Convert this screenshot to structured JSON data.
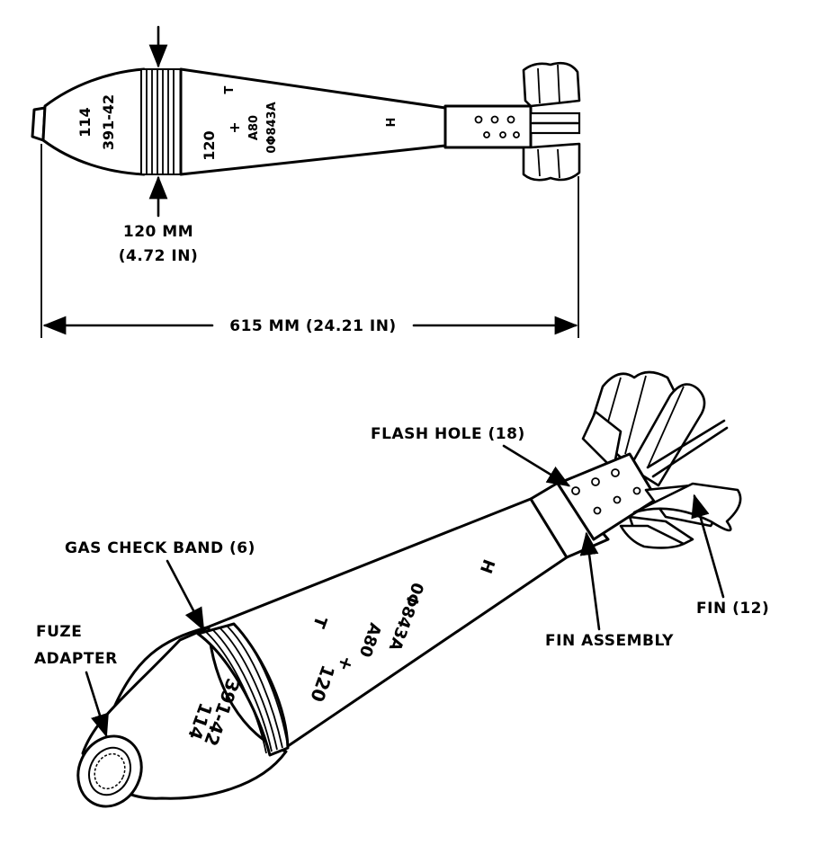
{
  "top_view": {
    "diameter_mm": "120 MM",
    "diameter_in": "(4.72 IN)",
    "length": "615 MM  (24.21 IN)",
    "markings": {
      "lot": "114",
      "lot_code": "391-42",
      "caliber": "120",
      "plus": "+",
      "weight": "A80",
      "serial": "0Φ843A",
      "t": "T",
      "h": "H"
    }
  },
  "bottom_view": {
    "labels": {
      "flash_hole": "FLASH HOLE (18)",
      "gas_check_band": "GAS CHECK BAND (6)",
      "fuze": "FUZE",
      "adapter": "ADAPTER",
      "fin_assembly": "FIN ASSEMBLY",
      "fin": "FIN (12)"
    },
    "markings": {
      "lot": "114",
      "lot_code": "391-42",
      "caliber": "120",
      "plus": "+",
      "weight": "A80",
      "serial": "0Φ843A",
      "t": "T",
      "h": "H"
    }
  }
}
